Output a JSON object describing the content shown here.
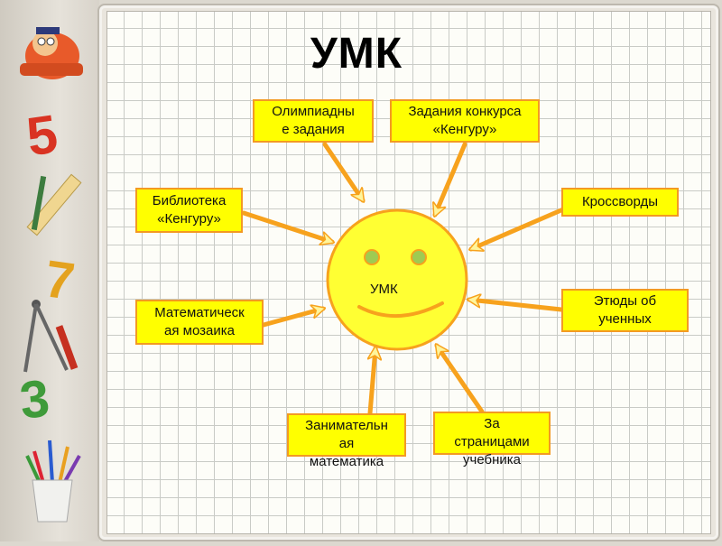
{
  "title": "УМК",
  "center_label": "УМК",
  "nodes": [
    {
      "id": "olympiad",
      "text": "Олимпиадны\nе задания"
    },
    {
      "id": "kangaroo-tasks",
      "text": "Задания конкурса\n«Кенгуру»"
    },
    {
      "id": "kangaroo-library",
      "text": "Библиотека\n«Кенгуру»"
    },
    {
      "id": "crosswords",
      "text": "Кроссворды"
    },
    {
      "id": "math-mosaic",
      "text": "Математическ\nая мозаика"
    },
    {
      "id": "etudes",
      "text": "Этюды об\nученных"
    },
    {
      "id": "fun-math",
      "text": "Занимательн\nая\nматематика"
    },
    {
      "id": "beyond-textbook",
      "text": "За\nстраницами\nучебника"
    }
  ],
  "colors": {
    "box_fill": "#ffff00",
    "box_border": "#f39a22",
    "sun_fill": "#ffff33",
    "sun_border": "#f7a21d",
    "arrow": "#f7a21d"
  },
  "sidebar_icons": [
    "cartoon-character-icon",
    "number-5-icon",
    "ruler-pencil-icon",
    "number-7-icon",
    "compass-icon",
    "number-3-icon",
    "pencil-cup-icon"
  ]
}
